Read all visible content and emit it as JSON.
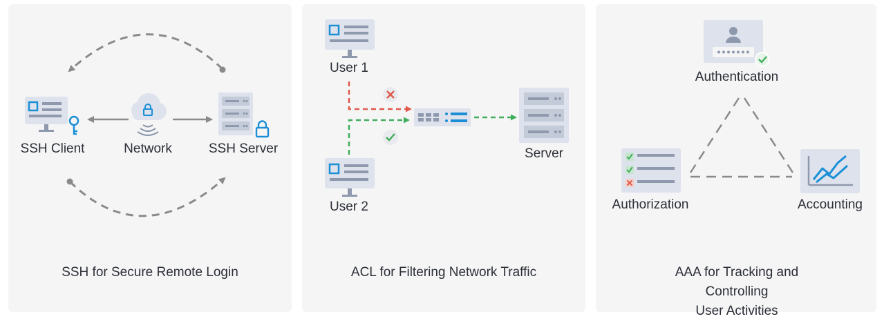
{
  "ssh": {
    "client_label": "SSH Client",
    "network_label": "Network",
    "server_label": "SSH Server",
    "caption": "SSH for Secure Remote Login"
  },
  "acl": {
    "user1_label": "User 1",
    "user2_label": "User 2",
    "server_label": "Server",
    "caption": "ACL for Filtering Network Traffic"
  },
  "aaa": {
    "authentication_label": "Authentication",
    "authorization_label": "Authorization",
    "accounting_label": "Accounting",
    "caption_line1": "AAA for Tracking and Controlling",
    "caption_line2": "User Activities"
  },
  "colors": {
    "accent_blue": "#1a8fd6",
    "icon_gray": "#dde2ec",
    "bar_gray": "#8f99ad",
    "deny_red": "#e05a4a",
    "allow_green": "#3fae5a",
    "dash_gray": "#8a8a8a"
  }
}
